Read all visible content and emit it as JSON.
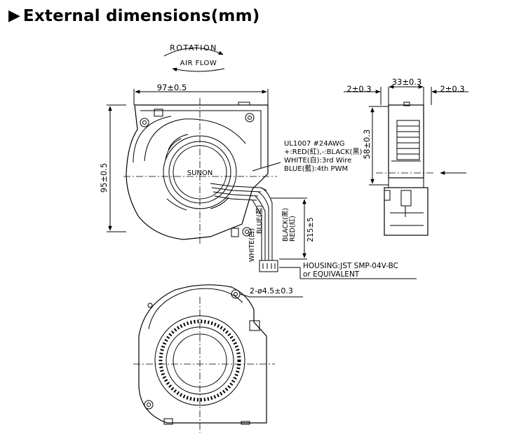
{
  "heading": {
    "marker": "▶",
    "title": "External dimensions(mm)"
  },
  "annotations": {
    "rotation": "ROTATION",
    "air_flow": "AIR FLOW",
    "width": "97±0.5",
    "height": "95±0.5",
    "brand": "SUNON",
    "cable_spec": "UL1007  #24AWG",
    "wire_red_black": "+:RED(紅),-:BLACK(黑)",
    "wire_white": "WHITE(白):3rd  Wire",
    "wire_blue": "BLUE(藍):4th  PWM",
    "black_label": "BLACK(黑)",
    "red_label": "RED(紅)",
    "blue_label": "BLUE(藍)",
    "white_label": "WHITE(白)",
    "lead_length": "215±5",
    "housing": "HOUSING:JST  SMP-04V-BC",
    "equivalent": "or  EQUIVALENT",
    "hole": "2-ø4.5±0.3",
    "side_margin_left": "2±0.3",
    "side_depth": "33±0.3",
    "side_margin_right": "2±0.3",
    "side_height": "58±0.3"
  },
  "colors": {
    "line": "#000000",
    "background": "#ffffff"
  }
}
